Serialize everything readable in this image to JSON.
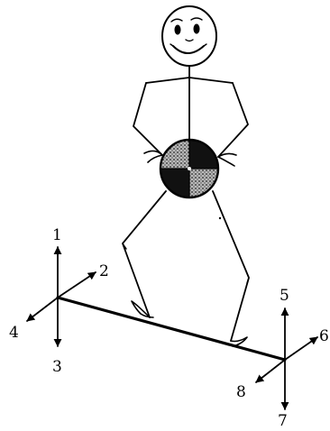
{
  "diagram": {
    "line_color": "#000000",
    "background": "#ffffff",
    "speckle_fill": "#555555",
    "left_end_labels": {
      "up": "1",
      "diagonal_up": "2",
      "down": "3",
      "diagonal_down": "4"
    },
    "right_end_labels": {
      "up": "5",
      "diagonal_up": "6",
      "down": "7",
      "diagonal_down": "8"
    }
  }
}
